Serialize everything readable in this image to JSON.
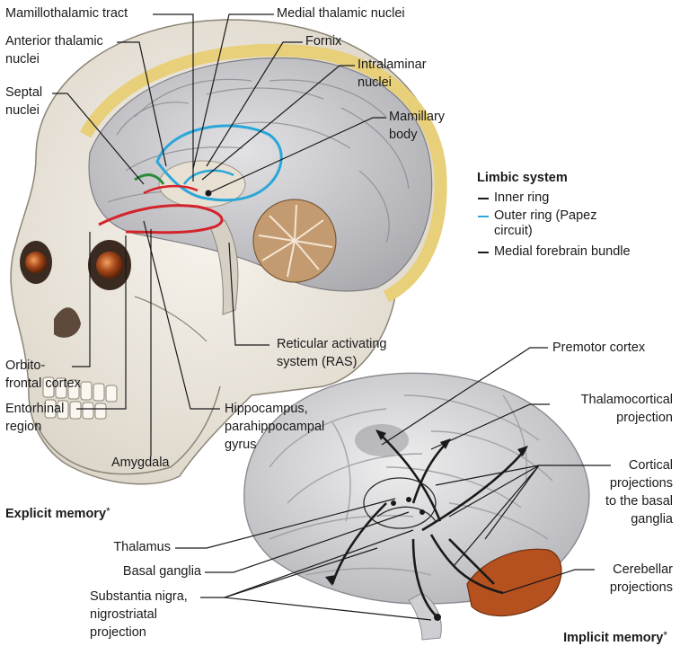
{
  "labels": {
    "mamillothalamic_tract": "Mamillothalamic tract",
    "medial_thalamic_nuclei": "Medial thalamic nuclei",
    "anterior_thalamic_nuclei_1": "Anterior thalamic",
    "anterior_thalamic_nuclei_2": "nuclei",
    "fornix": "Fornix",
    "intralaminar_nuclei_1": "Intralaminar",
    "intralaminar_nuclei_2": "nuclei",
    "septal_nuclei_1": "Septal",
    "septal_nuclei_2": "nuclei",
    "mamillary_body_1": "Mamillary",
    "mamillary_body_2": "body",
    "reticular_1": "Reticular activating",
    "reticular_2": "system (RAS)",
    "orbitofrontal_1": "Orbito-",
    "orbitofrontal_2": "frontal cortex",
    "entorhinal_1": "Entorhinal",
    "entorhinal_2": "region",
    "hippocampus_1": "Hippocampus,",
    "hippocampus_2": "parahippocampal",
    "hippocampus_3": "gyrus",
    "amygdala": "Amygdala",
    "explicit_memory": "Explicit memory",
    "asterisk": "*",
    "premotor_cortex": "Premotor cortex",
    "thalamocortical_1": "Thalamocortical",
    "thalamocortical_2": "projection",
    "cortical_1": "Cortical",
    "cortical_2": "projections",
    "cortical_3": "to the basal",
    "cortical_4": "ganglia",
    "thalamus": "Thalamus",
    "basal_ganglia": "Basal ganglia",
    "substantia_1": "Substantia nigra,",
    "substantia_2": "nigrostriatal",
    "substantia_3": "projection",
    "cerebellar_1": "Cerebellar",
    "cerebellar_2": "projections",
    "implicit_memory": "Implicit memory"
  },
  "legend": {
    "title": "Limbic system",
    "items": [
      {
        "label_1": "Inner ring",
        "label_2": "",
        "color": "#1a1a1a"
      },
      {
        "label_1": "Outer ring (Papez",
        "label_2": "circuit)",
        "color": "#2aa7d9"
      },
      {
        "label_1": "Medial forebrain bundle",
        "label_2": "",
        "color": "#1a1a1a"
      }
    ]
  },
  "colors": {
    "inner_ring": "#d4232a",
    "outer_ring": "#2aa7d9",
    "forebrain": "#2c8c3c",
    "skull": "#ece6da",
    "brain": "#c9c9cc",
    "cerebellum_lateral": "#b5501f"
  }
}
